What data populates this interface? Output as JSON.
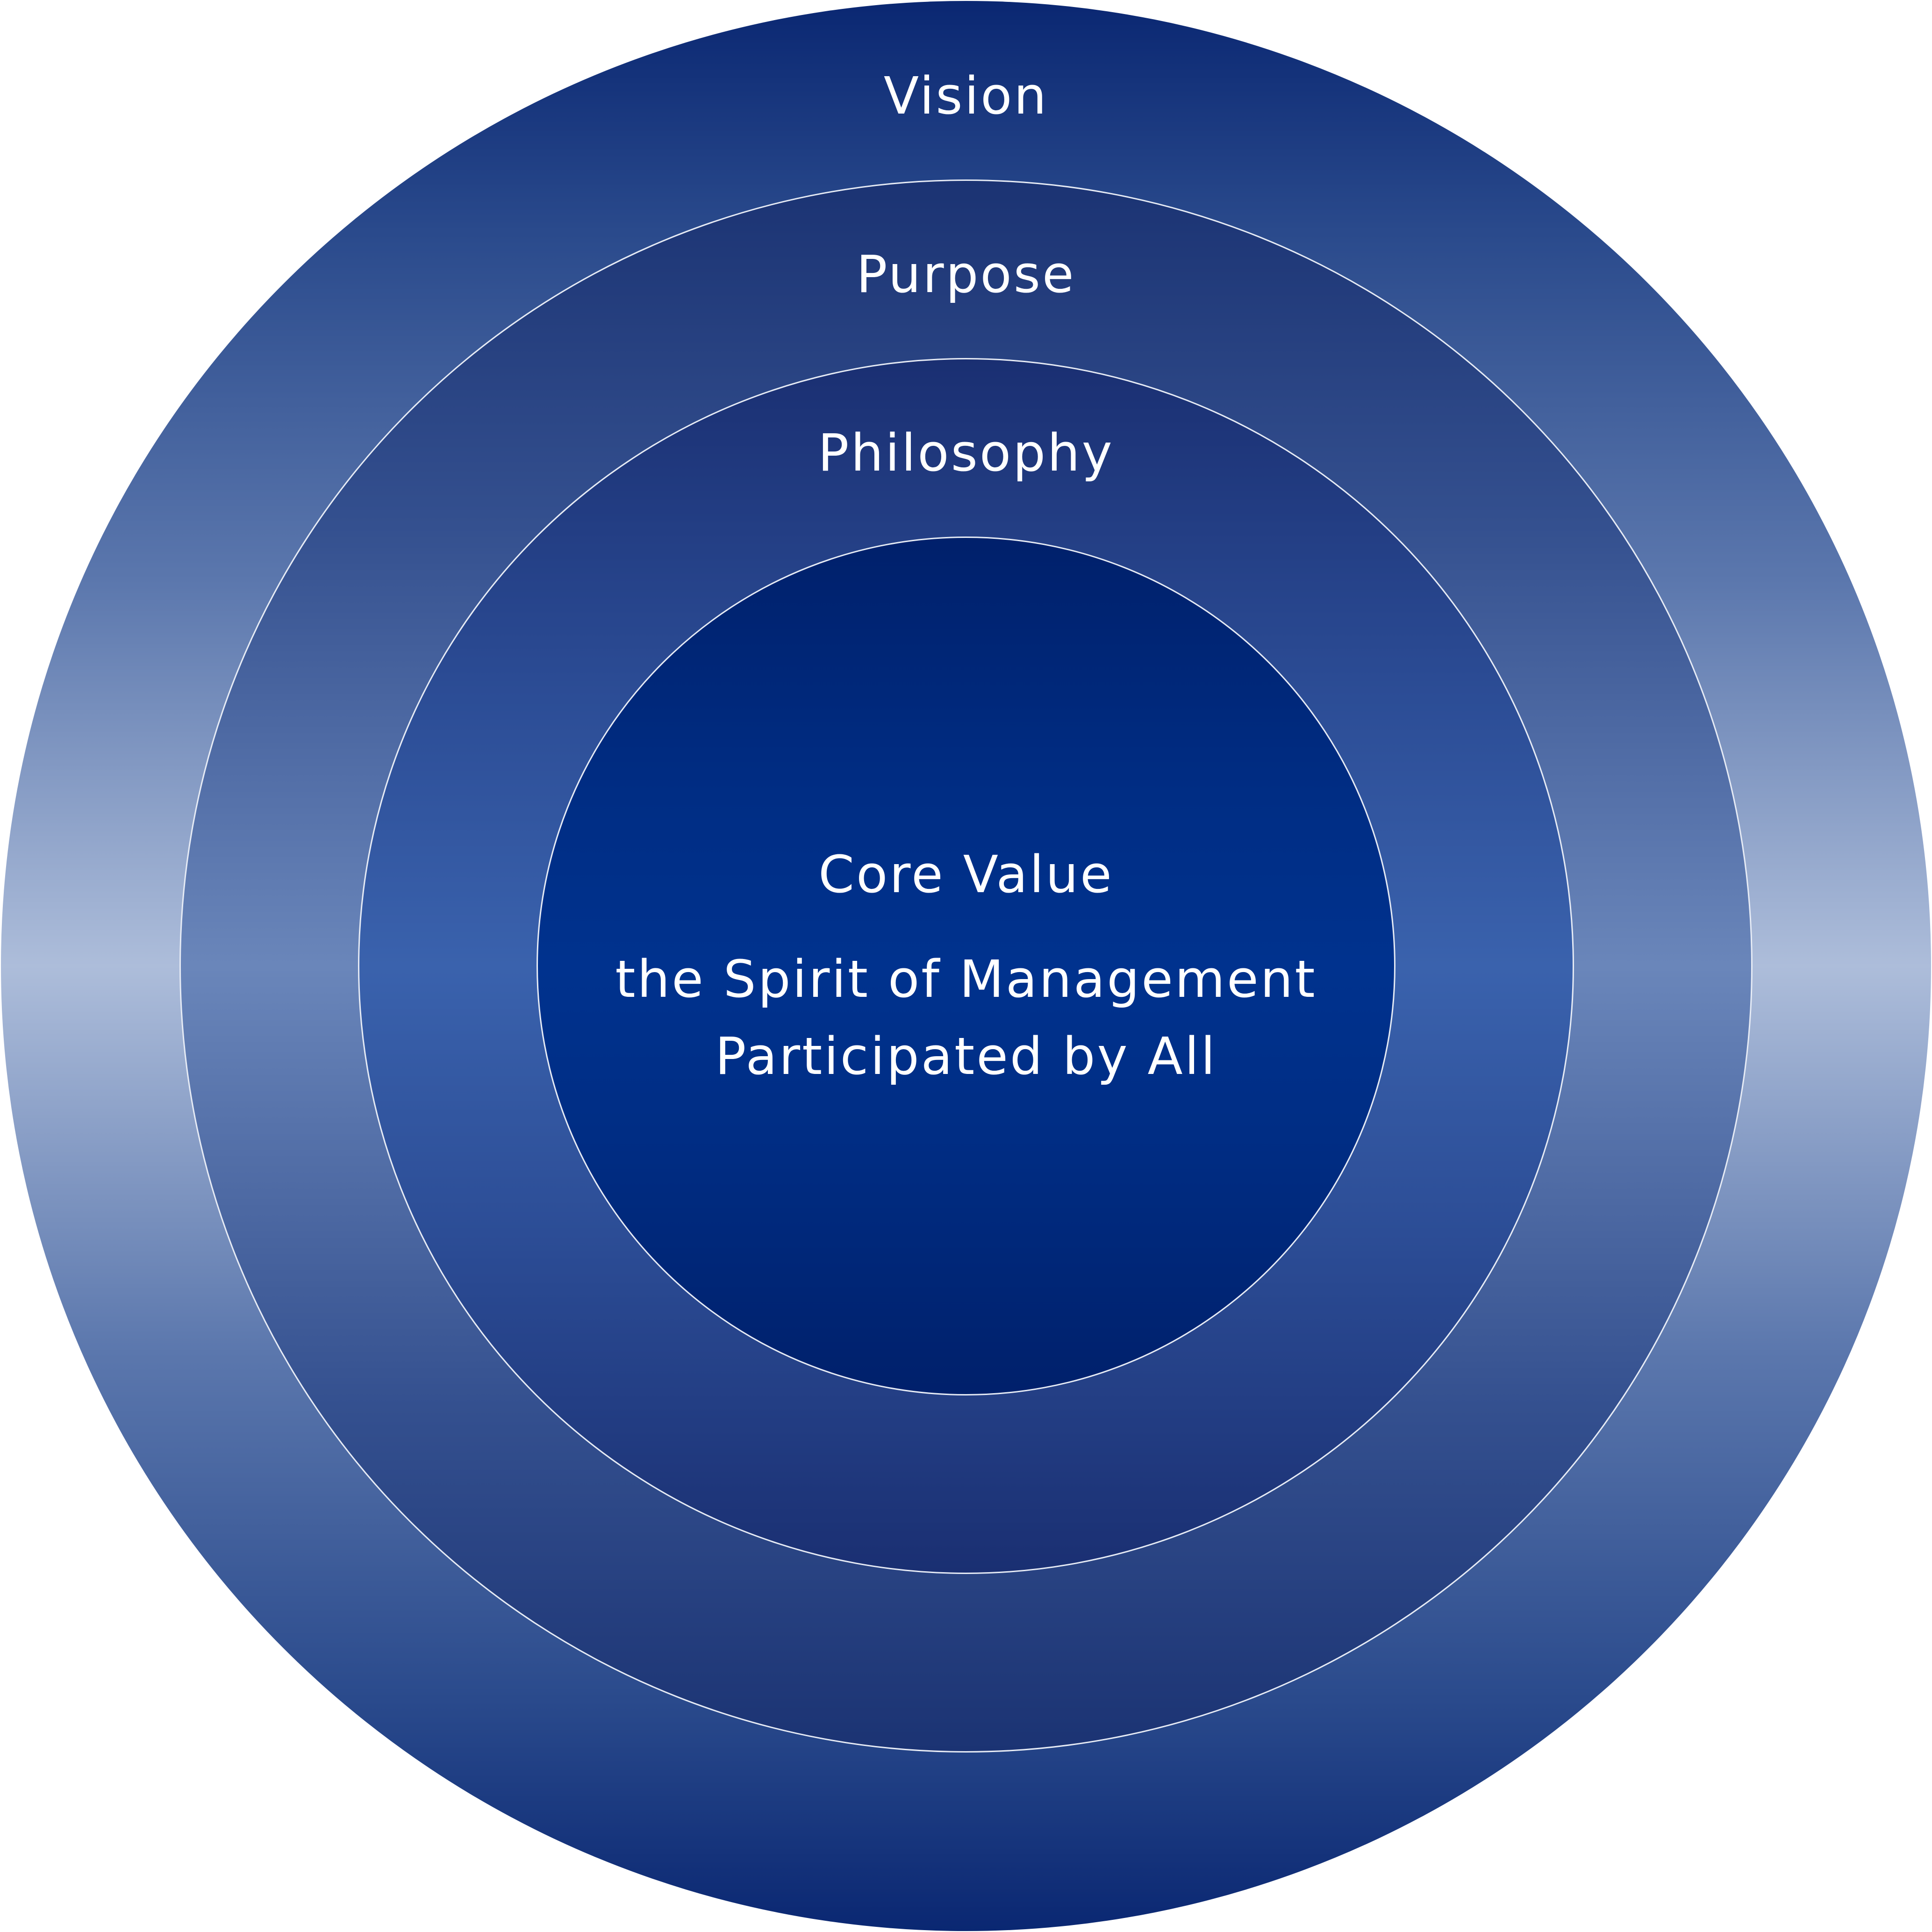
{
  "diagram": {
    "type": "concentric-circles",
    "layers": [
      {
        "label": "Vision"
      },
      {
        "label": "Purpose"
      },
      {
        "label": "Philosophy"
      },
      {
        "label": "Core Value",
        "lines": [
          "the Spirit of Management",
          "Participated by All"
        ]
      }
    ],
    "colors": {
      "outer_dark": "#0a2772",
      "outer_light": "#adbdda",
      "core": "#002d84",
      "ring_border": "#e6ebf5",
      "text": "#ffffff"
    }
  }
}
